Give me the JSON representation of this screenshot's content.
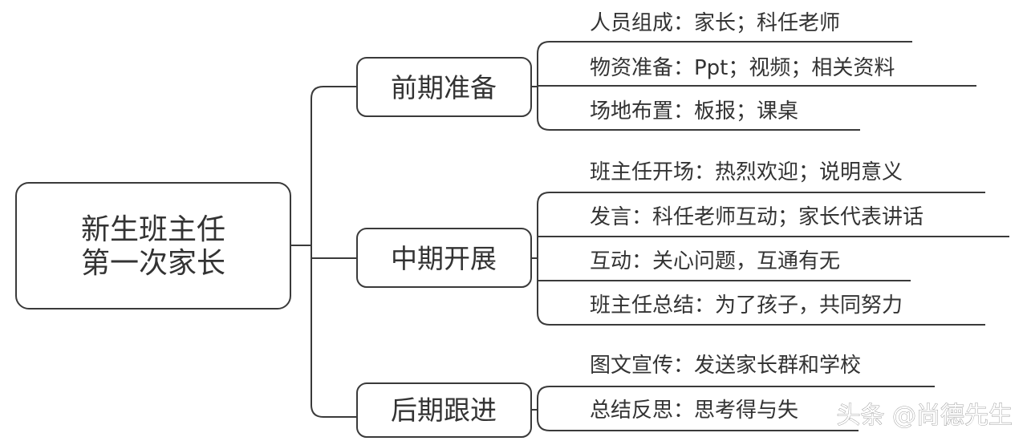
{
  "root": {
    "line1": "新生班主任",
    "line2": "第一次家长"
  },
  "branches": [
    {
      "label": "前期准备",
      "items": [
        "人员组成：家长；科任老师",
        "物资准备：Ppt；视频；相关资料",
        "场地布置：板报；课桌"
      ]
    },
    {
      "label": "中期开展",
      "items": [
        "班主任开场：热烈欢迎；说明意义",
        "发言：科任老师互动；家长代表讲话",
        "互动：关心问题，互通有无",
        "班主任总结：为了孩子，共同努力"
      ]
    },
    {
      "label": "后期跟进",
      "items": [
        "图文宣传：发送家长群和学校",
        "总结反思：思考得与失"
      ]
    }
  ],
  "watermark": "头条 @尚德先生"
}
